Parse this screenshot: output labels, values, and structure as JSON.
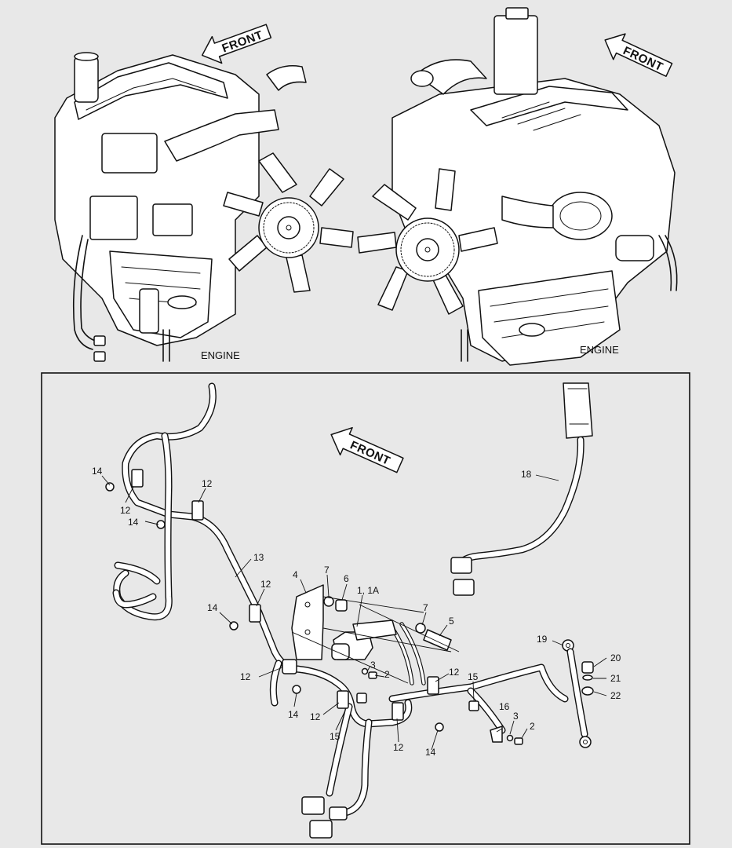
{
  "views": {
    "left": {
      "caption": "ENGINE",
      "arrow": "FRONT"
    },
    "right": {
      "caption": "ENGINE",
      "arrow": "FRONT"
    }
  },
  "detail": {
    "arrow": "FRONT",
    "callouts": {
      "c14a": "14",
      "c12a": "12",
      "c12b": "12",
      "c14b": "14",
      "c13": "13",
      "c12c": "12",
      "c14c": "14",
      "c4": "4",
      "c7a": "7",
      "c6": "6",
      "c1": "1, 1A",
      "c7b": "7",
      "c5": "5",
      "c3a": "3",
      "c2a": "2",
      "c12d": "12",
      "c14d": "14",
      "c12e": "12",
      "c15a": "15",
      "c12f": "12",
      "c15b": "15",
      "c16": "16",
      "c3b": "3",
      "c2b": "2",
      "c12g": "12",
      "c14e": "14",
      "c18": "18",
      "c19": "19",
      "c20": "20",
      "c21": "21",
      "c22": "22"
    }
  }
}
